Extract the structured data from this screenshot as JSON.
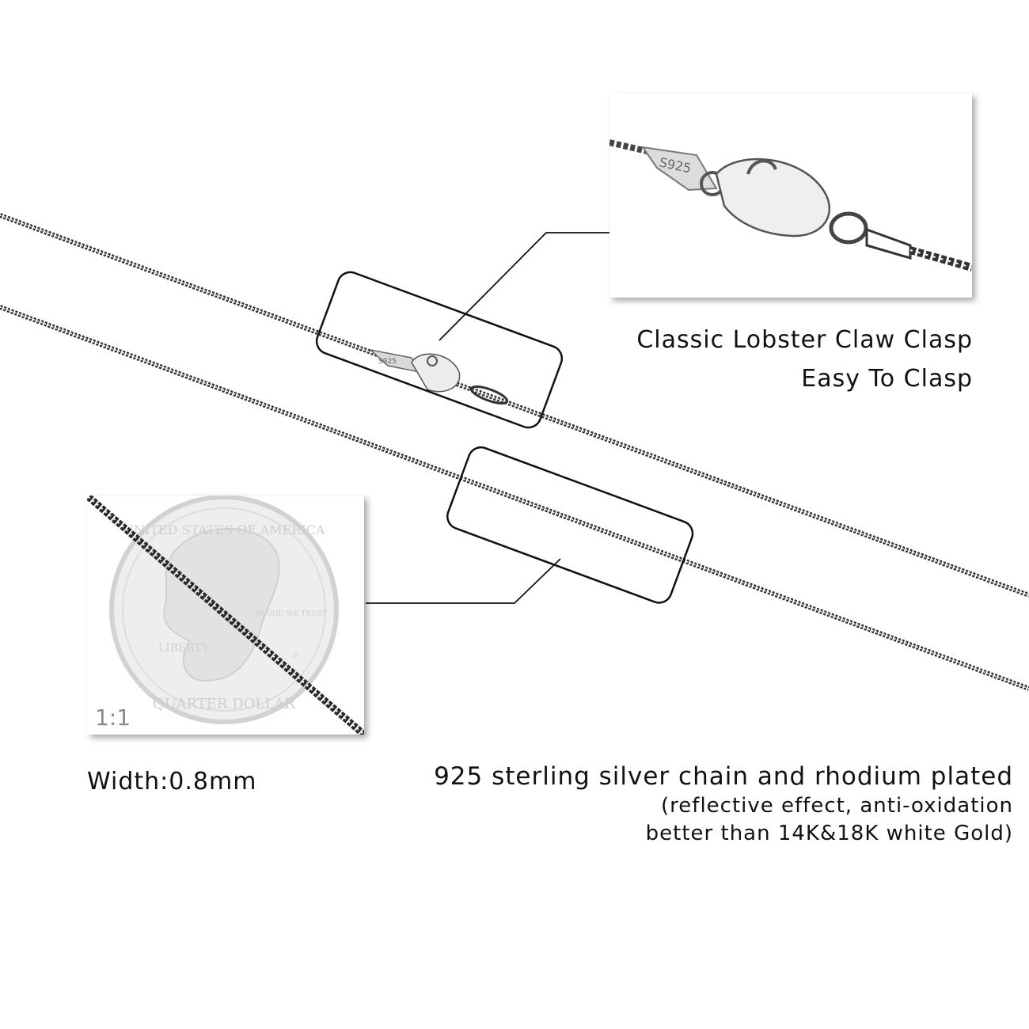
{
  "clasp": {
    "title": "Classic Lobster Claw Clasp",
    "subtitle": "Easy To Clasp",
    "stamp": "S925"
  },
  "coin": {
    "scale": "1:1",
    "legend_top": "UNITED STATES OF AMERICA",
    "legend_bottom": "QUARTER DOLLAR",
    "liberty": "LIBERTY",
    "motto": "IN GOD WE TRUST",
    "mint": "P"
  },
  "width": {
    "label": "Width:0.8mm"
  },
  "description": {
    "line1": "925 sterling silver chain and rhodium plated",
    "line2": "(reflective effect, anti-oxidation",
    "line3": "better than 14K&18K white Gold)"
  },
  "colors": {
    "chain": "#333333",
    "outline": "#111111",
    "coin": "#e9e9e9",
    "text": "#111111"
  }
}
